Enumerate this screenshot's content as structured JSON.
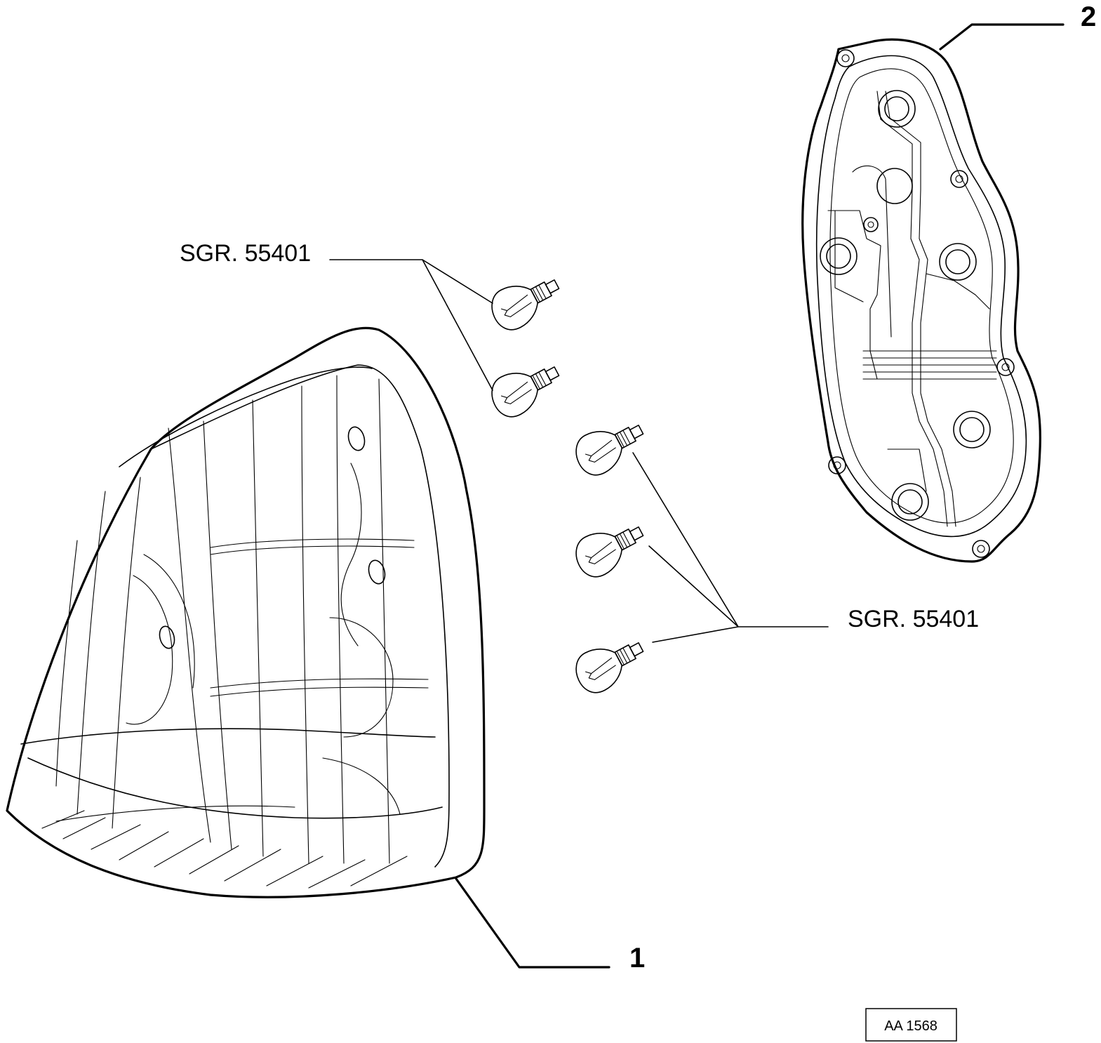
{
  "labels": {
    "part_1": "1",
    "part_2": "2",
    "bulb_ref_upper": "SGR. 55401",
    "bulb_ref_lower": "SGR. 55401",
    "drawing_ref": "AA 1568"
  },
  "icons": {
    "tail_lamp_lens": "tail-lamp-lens",
    "bulb_holder_plate": "bulb-holder-plate",
    "bulb": "bulb"
  }
}
